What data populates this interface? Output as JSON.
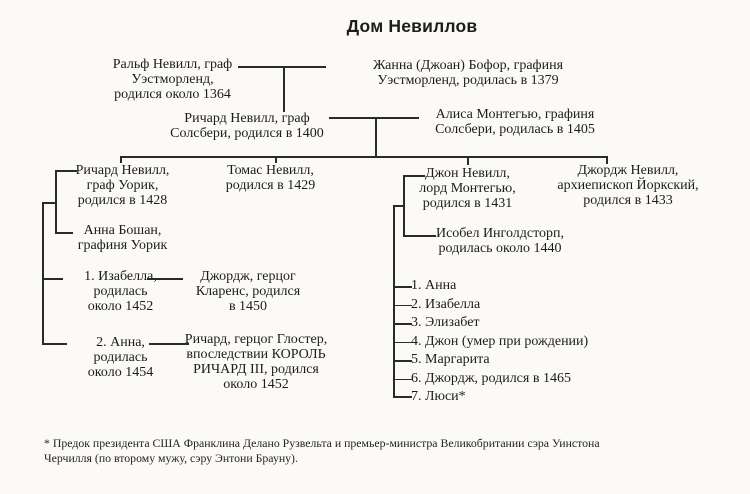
{
  "title": "Дом Невиллов",
  "nodes": {
    "ralph": {
      "lines": [
        "Ральф Невилл, граф",
        "Уэстморленд,",
        "родился около 1364"
      ]
    },
    "joan": {
      "lines": [
        "Жанна (Джоан) Бофор, графиня",
        "Уэстморленд, родилась в 1379"
      ]
    },
    "richard_salisbury": {
      "lines": [
        "Ричард Невилл, граф",
        "Солсбери, родился в 1400"
      ]
    },
    "alice_montagu": {
      "lines": [
        "Алиса Монтегью, графиня",
        "Солсбери, родилась в 1405"
      ]
    },
    "richard_warwick": {
      "lines": [
        "Ричард Невилл,",
        "граф Уорик,",
        "родился в 1428"
      ]
    },
    "thomas": {
      "lines": [
        "Томас Невилл,",
        "родился в 1429"
      ]
    },
    "john_montagu": {
      "lines": [
        "Джон Невилл,",
        "лорд Монтегью,",
        "родился в 1431"
      ]
    },
    "george_york": {
      "lines": [
        "Джордж Невилл,",
        "архиепископ Йоркский,",
        "родился в 1433"
      ]
    },
    "anne_beauchamp": {
      "lines": [
        "Анна Бошан,",
        "графиня Уорик"
      ]
    },
    "isobel_ingoldsthorpe": {
      "lines": [
        "Исобел Инголдсторп,",
        "родилась около 1440"
      ]
    },
    "isabella": {
      "lines": [
        "1. Изабелла,",
        "родилась",
        "около 1452"
      ]
    },
    "george_clarence": {
      "lines": [
        "Джордж, герцог",
        "Кларенс, родился",
        "в 1450"
      ]
    },
    "anne": {
      "lines": [
        "2. Анна,",
        "родилась",
        "около 1454"
      ]
    },
    "richard_gloucester": {
      "lines": [
        "Ричард, герцог Глостер,",
        "впоследствии КОРОЛЬ",
        "РИЧАРД III, родился",
        "около 1452"
      ]
    }
  },
  "john_children": {
    "items": [
      "1. Анна",
      "2. Изабелла",
      "3. Элизабет",
      "4. Джон (умер при рождении)",
      "5. Маргарита",
      "6. Джордж, родился в 1465",
      "7. Люси*"
    ]
  },
  "footnote": {
    "lines": [
      "* Предок президента США Франклина Делано Рузвельта и премьер-министра Великобритании сэра Уинстона",
      "Черчилля (по второму мужу, сэру Энтони Брауну)."
    ]
  }
}
